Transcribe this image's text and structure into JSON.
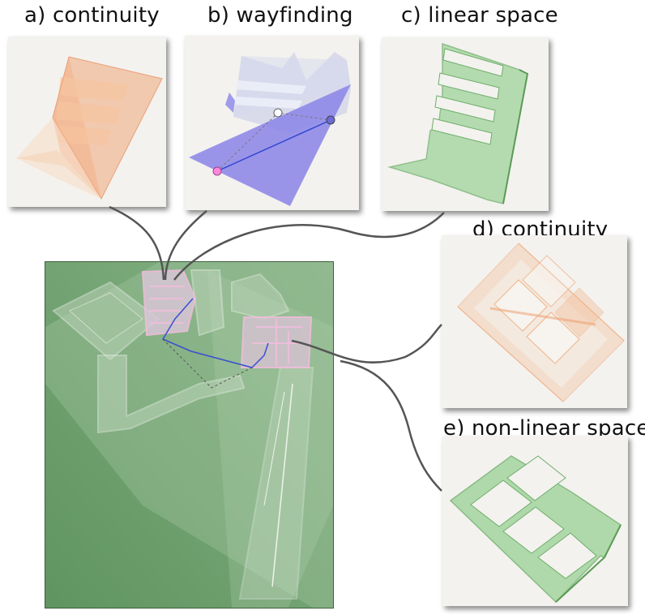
{
  "panels": {
    "a": {
      "label": "a) continuity"
    },
    "b": {
      "label": "b) wayfinding"
    },
    "c": {
      "label": "c) linear space"
    },
    "d": {
      "label": "d) continuity"
    },
    "e": {
      "label": "e) non-linear space"
    }
  },
  "colors": {
    "continuity": "#f0a878",
    "wayfinding_fill": "#8a84e8",
    "wayfinding_structure": "#c8cce8",
    "space": "#9fd49a",
    "map_background": "#6f9f6f",
    "highlight": "#f0b8d8",
    "path": "#3a4fd0",
    "connector": "#555555"
  }
}
